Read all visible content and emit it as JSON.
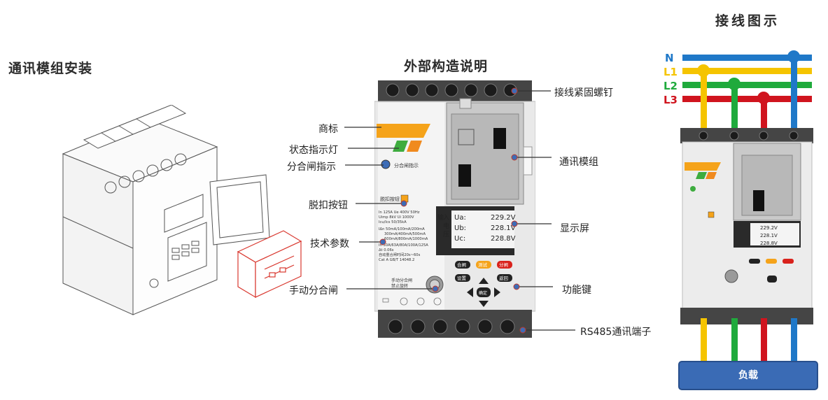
{
  "titles": {
    "module_install": "通讯模组安装",
    "structure": "外部构造说明",
    "wiring": "接线图示"
  },
  "callouts": {
    "left": [
      {
        "id": "logo",
        "label": "商标"
      },
      {
        "id": "status_led",
        "label": "状态指示灯"
      },
      {
        "id": "on_off_indicator",
        "label": "分合闸指示"
      },
      {
        "id": "trip_button",
        "label": "脱扣按钮"
      },
      {
        "id": "tech_params",
        "label": "技术参数"
      },
      {
        "id": "manual_switch",
        "label": "手动分合闸"
      }
    ],
    "right": [
      {
        "id": "terminal_screw",
        "label": "接线紧固螺钉"
      },
      {
        "id": "comm_module",
        "label": "通讯模组"
      },
      {
        "id": "display",
        "label": "显示屏"
      },
      {
        "id": "function_keys",
        "label": "功能键"
      },
      {
        "id": "rs485",
        "label": "RS485通讯端子"
      }
    ]
  },
  "device": {
    "indicator_text": "分合闸指示",
    "trip_label": "脱扣按钮",
    "spec_lines": [
      "In 125A   Ue 400V  50Hz",
      "Uimp 8kV        Ui 1000V",
      "Icu/Ics 50/35kA",
      "IΔn   50mA/100mA/200mA",
      "300mA/400mA/500mA",
      "600mA/800mA/1000mA",
      "In  50A/63A/80A/100A/125A",
      "Δt 0.06s",
      "自动重合闸时间20s~60s",
      "Cat A              GB/T 14048.2"
    ],
    "display": {
      "side_label": [
        "输",
        "入",
        "电",
        "压"
      ],
      "rows": [
        {
          "name": "Ua:",
          "value": "229.2V"
        },
        {
          "name": "Ub:",
          "value": "228.1V"
        },
        {
          "name": "Uc:",
          "value": "228.8V"
        }
      ]
    },
    "keys": {
      "close": "合闸",
      "test": "测试",
      "open": "分闸",
      "set": "设置",
      "back": "返回",
      "ok": "确定"
    },
    "manual_text": [
      "手动分合闸",
      "禁止旋转"
    ]
  },
  "wiring": {
    "lines": [
      {
        "name": "N",
        "color": "#1f78c8"
      },
      {
        "name": "L1",
        "color": "#f5c400"
      },
      {
        "name": "L2",
        "color": "#1faa3c"
      },
      {
        "name": "L3",
        "color": "#d0141e"
      }
    ],
    "load_label": "负载"
  }
}
